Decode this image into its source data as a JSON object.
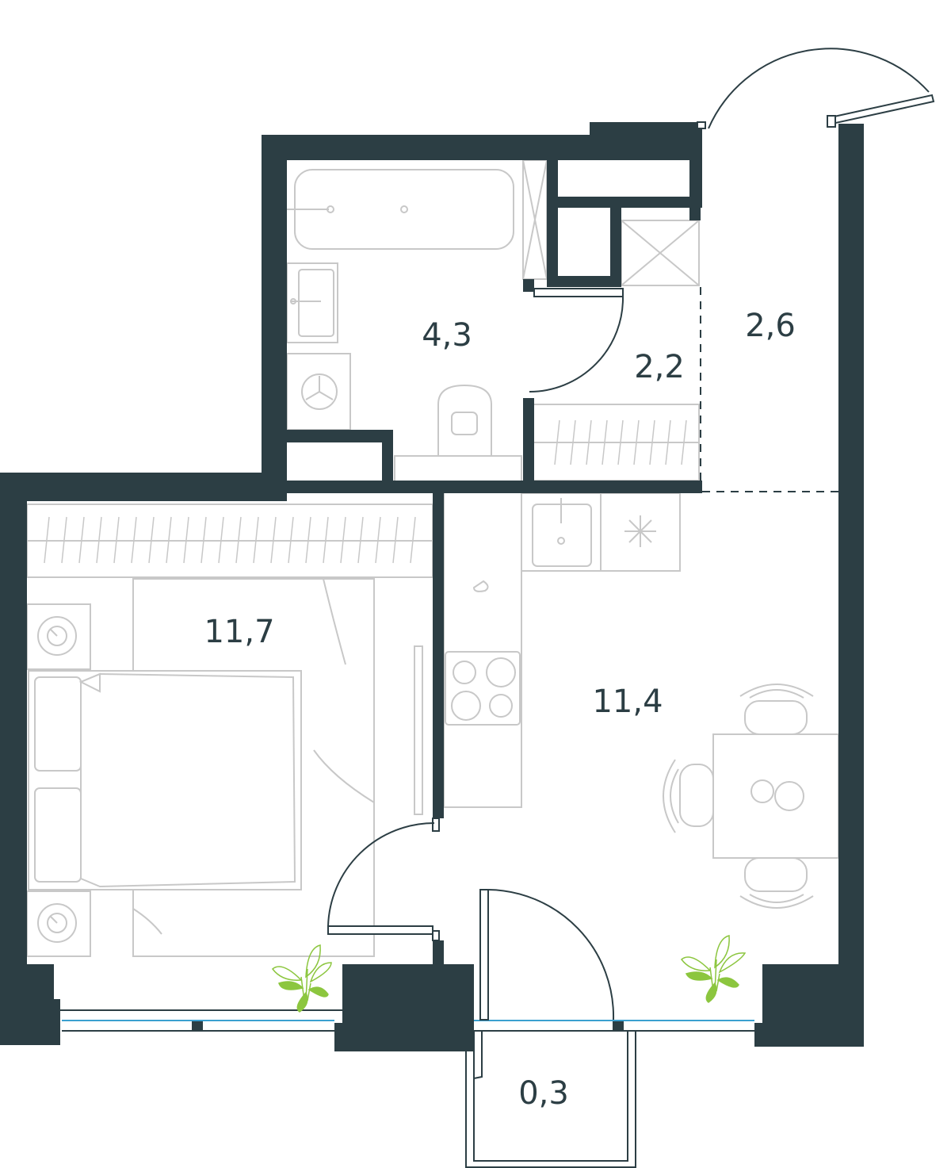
{
  "colors": {
    "wall": "#2c3e44",
    "furniture": "#c8c8c8",
    "door": "#2c3e44",
    "window": "#3aa0d0",
    "plant": "#8cc63f",
    "background": "#ffffff"
  },
  "rooms": [
    {
      "id": "bathroom",
      "area": "4,3"
    },
    {
      "id": "hallway",
      "area": "2,2"
    },
    {
      "id": "entrance",
      "area": "2,6"
    },
    {
      "id": "bedroom",
      "area": "11,7"
    },
    {
      "id": "kitchen-living",
      "area": "11,4"
    },
    {
      "id": "balcony",
      "area": "0,3"
    }
  ]
}
